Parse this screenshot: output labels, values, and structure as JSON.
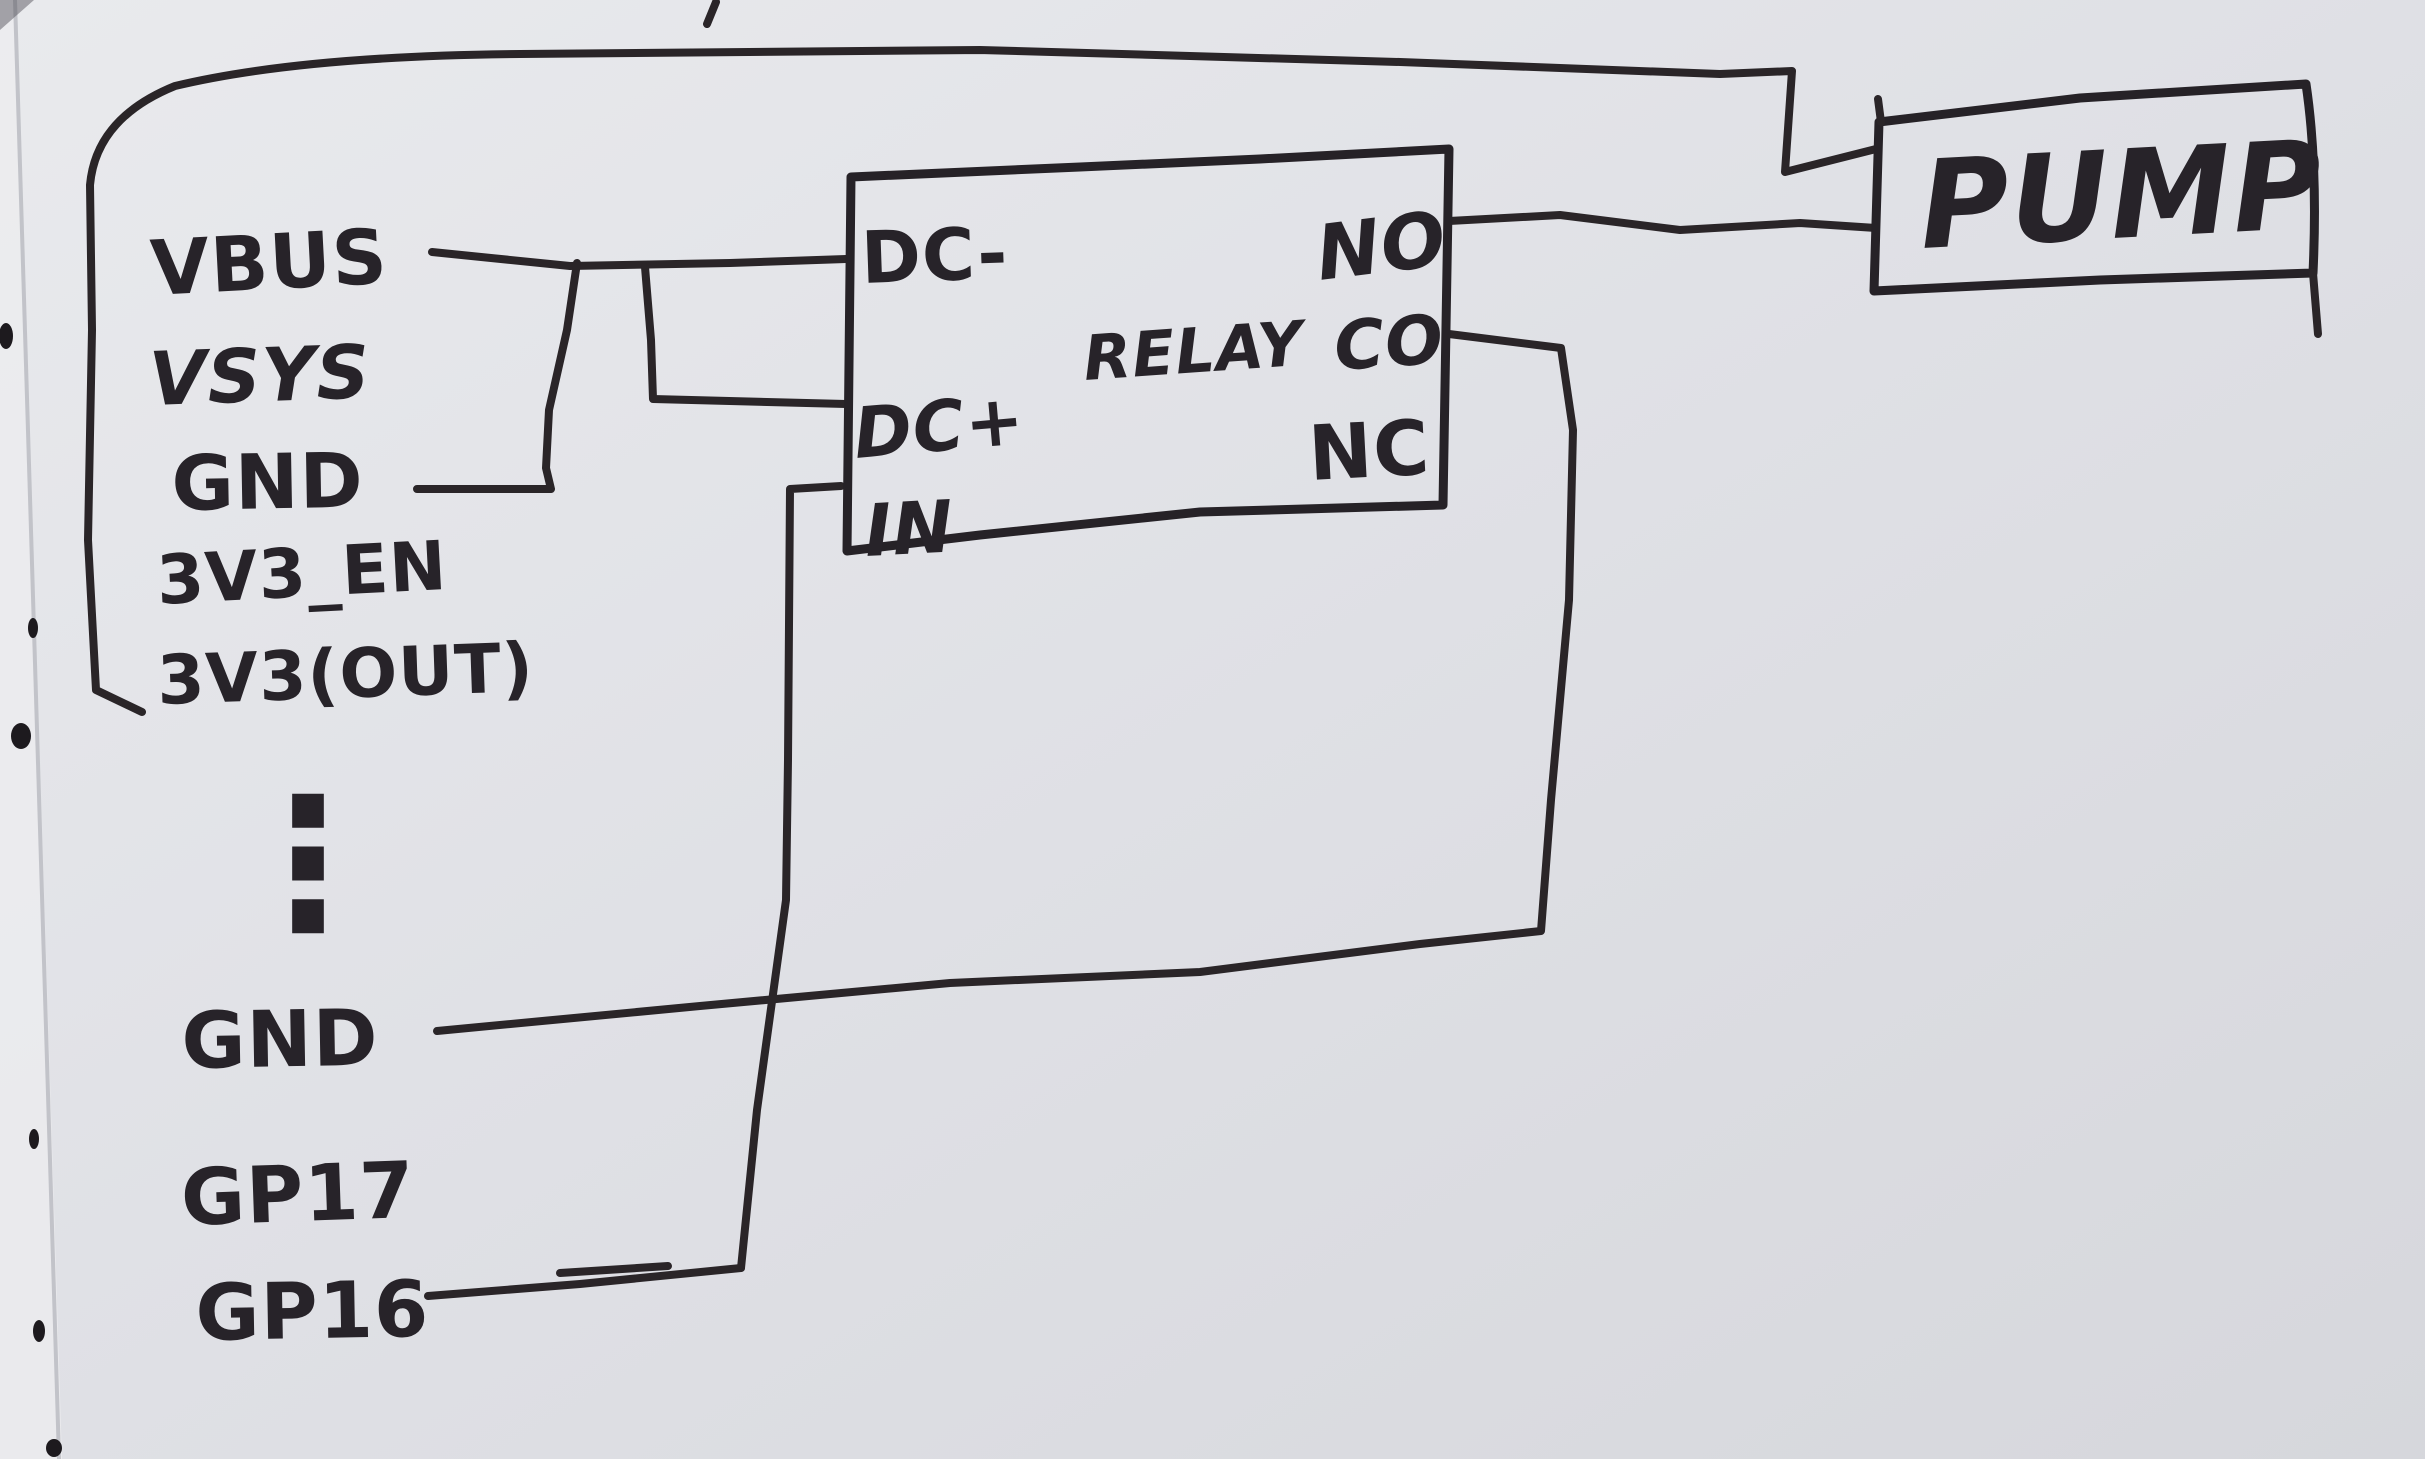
{
  "colors": {
    "ink": "#2a2528",
    "paper": "#e2e3e7"
  },
  "board": {
    "pins": {
      "vbus": "VBUS",
      "vsys": "VSYS",
      "gnd_top": "GND",
      "v3_en": "3V3_EN",
      "v3_out": "3V3(OUT)",
      "omitted_marker": "⋮",
      "gnd_bottom": "GND",
      "gp17": "GP17",
      "gp16": "GP16"
    }
  },
  "relay": {
    "label": "RELAY",
    "dc_minus": "DC-",
    "dc_plus": "DC+",
    "in": "IN",
    "no": "NO",
    "co": "CO",
    "nc": "NC"
  },
  "pump": {
    "label": "PUMP"
  }
}
